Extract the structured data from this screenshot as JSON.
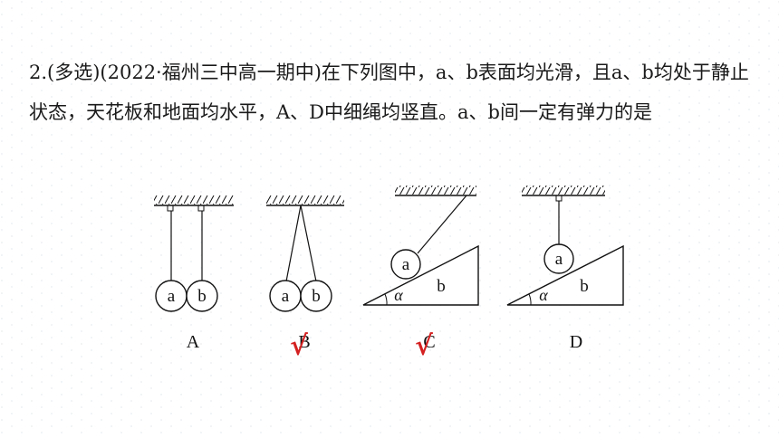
{
  "question": {
    "text": "2.(多选)(2022·福州三中高一期中)在下列图中，a、b表面均光滑，且a、b均处于静止状态，天花板和地面均水平，A、D中细绳均竖直。a、b间一定有弹力的是"
  },
  "figures": [
    {
      "label": "A",
      "ball_a": "a",
      "ball_b": "b",
      "checked": false
    },
    {
      "label": "B",
      "ball_a": "a",
      "ball_b": "b",
      "checked": true
    },
    {
      "label": "C",
      "ball_a": "a",
      "ball_b": "b",
      "angle": "α",
      "checked": true
    },
    {
      "label": "D",
      "ball_a": "a",
      "ball_b": "b",
      "angle": "α",
      "checked": false
    }
  ],
  "check_mark": "√",
  "colors": {
    "text": "#1a1a1a",
    "check": "#d42020",
    "line": "#111111"
  }
}
